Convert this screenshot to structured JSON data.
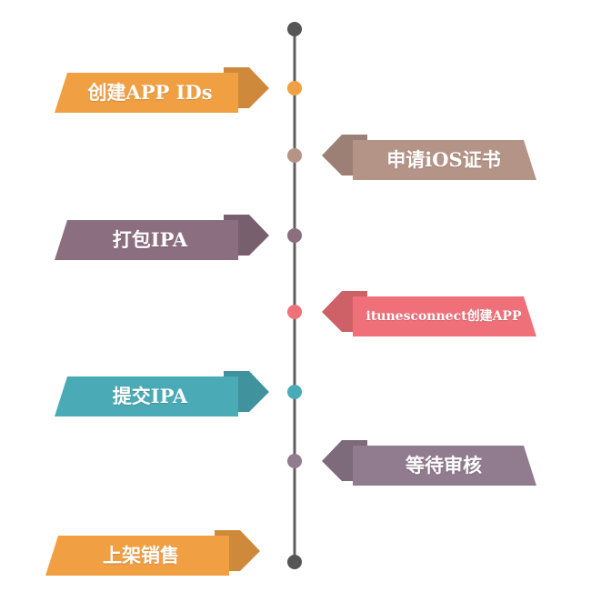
{
  "timeline": {
    "line_color": "#5f5f5f",
    "start_dot_color": "#555555",
    "end_dot_color": "#555555",
    "steps": [
      {
        "label": "创建APP IDs",
        "side": "left",
        "color": "#f0a043"
      },
      {
        "label": "申请iOS证书",
        "side": "right",
        "color": "#b59488"
      },
      {
        "label": "打包IPA",
        "side": "left",
        "color": "#8b6e80"
      },
      {
        "label": "itunesconnect创建APP",
        "side": "right",
        "color": "#f07079"
      },
      {
        "label": "提交IPA",
        "side": "left",
        "color": "#4aabb6"
      },
      {
        "label": "等待审核",
        "side": "right",
        "color": "#917b8e"
      },
      {
        "label": "上架销售",
        "side": "left",
        "color": "#f0a043"
      }
    ]
  }
}
